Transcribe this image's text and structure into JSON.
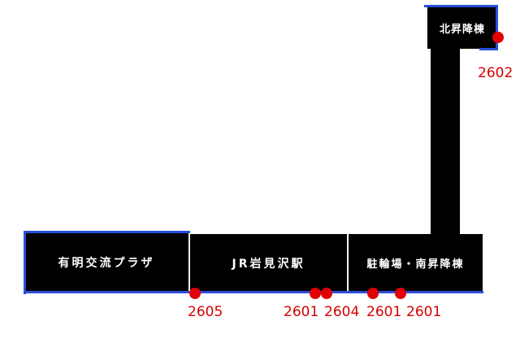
{
  "buildings": {
    "plaza": "有明交流プラザ",
    "jr_station": "JR岩見沢駅",
    "parking": "駐輪場・南昇降棟",
    "north_lift": "北昇降棟"
  },
  "markers": {
    "m2605": "2605",
    "m2601a": "2601",
    "m2604": "2604",
    "m2601b": "2601",
    "m2601c": "2601",
    "m2602": "2602"
  },
  "colors": {
    "building": "#000000",
    "outline": "#2a4fd8",
    "marker": "#e00000",
    "marker_label": "#d40000"
  }
}
